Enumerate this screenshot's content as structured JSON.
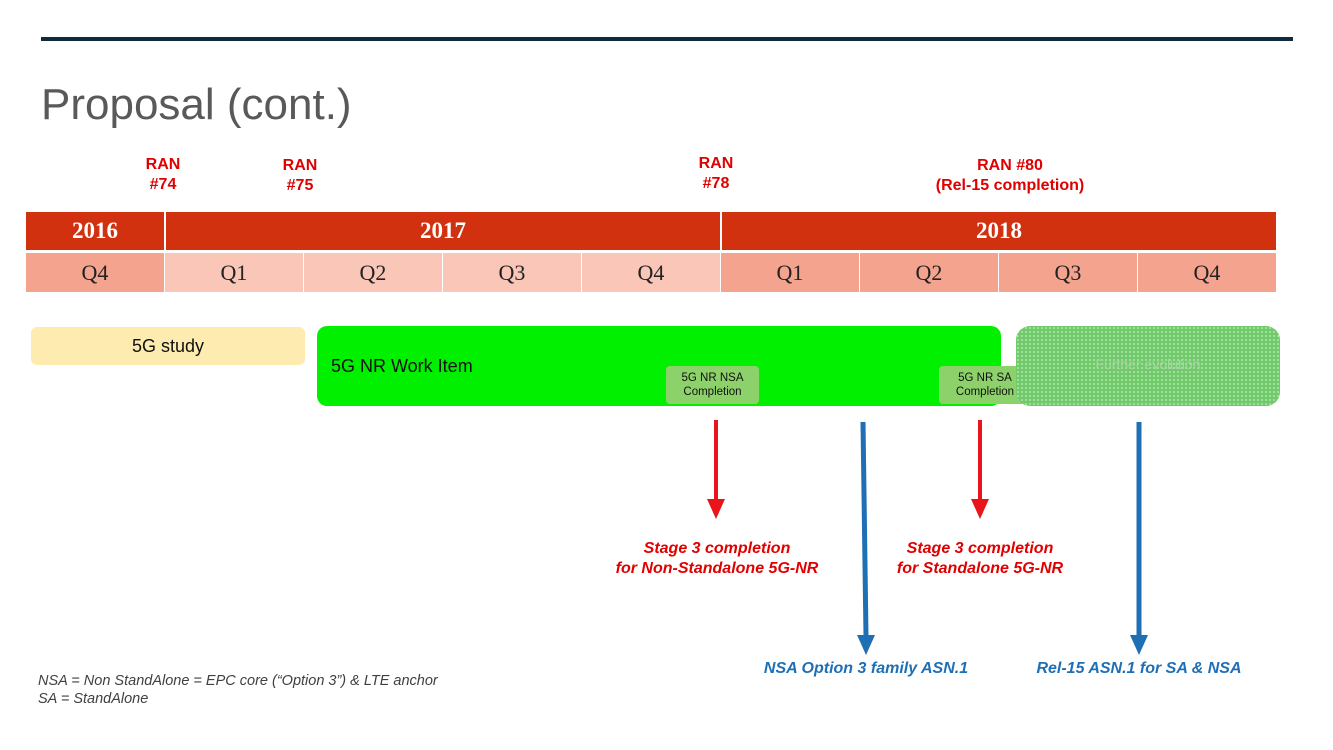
{
  "title": "Proposal (cont.)",
  "meetings": [
    {
      "label": "RAN\n#74"
    },
    {
      "label": "RAN\n#75"
    },
    {
      "label": "RAN\n#78"
    },
    {
      "label": "RAN #80\n(Rel-15 completion)"
    }
  ],
  "timeline": {
    "years": [
      "2016",
      "2017",
      "2018"
    ],
    "quarters": [
      "Q4",
      "Q1",
      "Q2",
      "Q3",
      "Q4",
      "Q1",
      "Q2",
      "Q3",
      "Q4"
    ]
  },
  "bars": {
    "study": "5G study",
    "work_item": "5G NR Work Item",
    "nsa_milestone": "5G NR NSA\nCompletion",
    "sa_milestone": "5G NR SA\nCompletion",
    "further": "Further evolution"
  },
  "outcomes": {
    "nsa_stage3": "Stage 3 completion\nfor Non-Standalone 5G-NR",
    "sa_stage3": "Stage 3 completion\nfor Standalone 5G-NR",
    "nsa_asn1": "NSA Option 3  family ASN.1",
    "rel15_asn1": "Rel-15 ASN.1 for SA & NSA"
  },
  "footnotes": [
    "NSA = Non StandAlone = EPC core (“Option 3”) & LTE anchor",
    "SA = StandAlone"
  ],
  "colors": {
    "header_red": "#d2310f",
    "quarter_dark": "#f4a38f",
    "quarter_light": "#f9c6b8",
    "work_item_green": "#00f000",
    "milestone_green": "#8dd16a",
    "study_yellow": "#fdebb0",
    "arrow_red": "#e8161b",
    "arrow_blue": "#1f6fb5",
    "meeting_text_red": "#e00000"
  }
}
